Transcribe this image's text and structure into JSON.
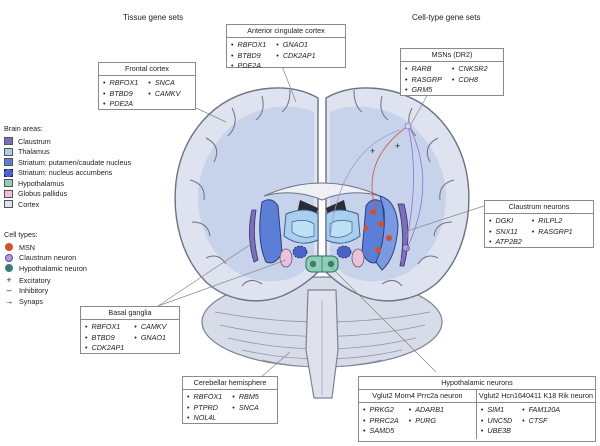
{
  "headers": {
    "left": "Tissue gene sets",
    "right": "Cell-type gene sets"
  },
  "boxes": {
    "acc": {
      "title": "Anterior cingulate cortex",
      "col1": [
        "RBFOX1",
        "BTBD9",
        "PDE2A"
      ],
      "col2": [
        "GNAO1",
        "CDK2AP1"
      ]
    },
    "frontal": {
      "title": "Frontal cortex",
      "col1": [
        "RBFOX1",
        "BTBD9",
        "PDE2A"
      ],
      "col2": [
        "SNCA",
        "CAMKV"
      ]
    },
    "msn": {
      "title": "MSNs (DR2)",
      "col1": [
        "RARB",
        "RASGRP",
        "GRM5"
      ],
      "col2": [
        "CNKSR2",
        "CDH8"
      ]
    },
    "claustrum": {
      "title": "Claustrum neurons",
      "col1": [
        "DGKI",
        "SNX11",
        "ATP2B2"
      ],
      "col2": [
        "RILPL2",
        "RASGRP1"
      ]
    },
    "basal": {
      "title": "Basal ganglia",
      "col1": [
        "RBFOX1",
        "BTBD9",
        "CDK2AP1"
      ],
      "col2": [
        "CAMKV",
        "GNAO1"
      ]
    },
    "cerebellar": {
      "title": "Cerebellar hemisphere",
      "col1": [
        "RBFOX1",
        "PTPRD",
        "NOL4L"
      ],
      "col2": [
        "RBM5",
        "SNCA"
      ]
    },
    "hypo": {
      "title": "Hypothalamic neurons",
      "left": {
        "title": "Vglut2 Morn4 Prrc2a neuron",
        "col1": [
          "PRKG2",
          "PRRC2A",
          "SAMD5"
        ],
        "col2": [
          "ADARB1",
          "PURG"
        ]
      },
      "right": {
        "title": "Vglut2 Hcn1640411 K18 Rik neuron",
        "col1": [
          "SIM1",
          "UNC5D",
          "UBE3B"
        ],
        "col2": [
          "FAM120A",
          "CTSF"
        ]
      }
    }
  },
  "legend": {
    "areas_title": "Brain areas:",
    "areas": [
      {
        "label": "Claustrum",
        "color": "#7b6fb8"
      },
      {
        "label": "Thalamus",
        "color": "#a8d0ec"
      },
      {
        "label": "Striatum: putamen/caudate nucleus",
        "color": "#5b7fd6"
      },
      {
        "label": "Striatum: nucleus accumbens",
        "color": "#4a63c8",
        "dashed": true
      },
      {
        "label": "Hypothalamus",
        "color": "#8fcfb8"
      },
      {
        "label": "Globus pallidus",
        "color": "#e7c3dc"
      },
      {
        "label": "Cortex",
        "color": "#dde2ef"
      }
    ],
    "cells_title": "Cell types:",
    "cells": [
      {
        "label": "MSN",
        "icon": "msn-cell-icon",
        "color": "#d2512f"
      },
      {
        "label": "Claustrum neuron",
        "icon": "claustrum-neuron-icon",
        "color": "#b49be0"
      },
      {
        "label": "Hypothalamic neuron",
        "icon": "hypothalamic-neuron-icon",
        "color": "#3d7d70"
      }
    ],
    "signals": [
      {
        "label": "Excitatory",
        "symbol": "+"
      },
      {
        "label": "Inhibitory",
        "symbol": "–"
      },
      {
        "label": "Synaps",
        "symbol": "→"
      }
    ]
  }
}
